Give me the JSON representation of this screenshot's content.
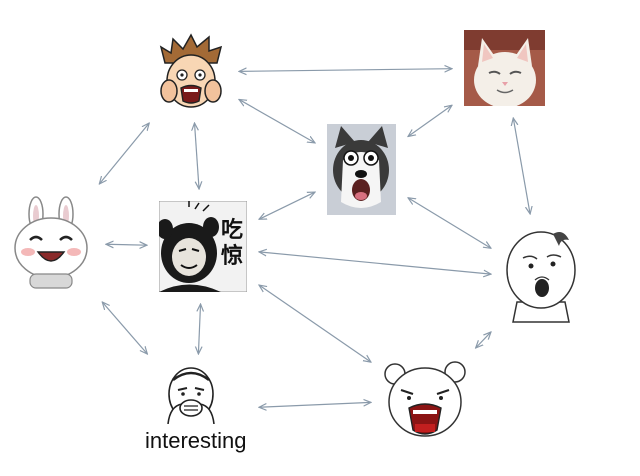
{
  "nodes": {
    "boy": {
      "icon": "screaming-boy-icon"
    },
    "cat": {
      "icon": "smug-cat-icon"
    },
    "husky": {
      "icon": "shocked-husky-icon"
    },
    "rabbit": {
      "icon": "laughing-rabbit-icon"
    },
    "panda": {
      "icon": "panda-face-icon",
      "stamp": [
        "吃",
        "惊"
      ]
    },
    "seal": {
      "icon": "surprised-seal-icon"
    },
    "man": {
      "icon": "thinking-man-icon",
      "caption": "interesting"
    },
    "bear": {
      "icon": "shouting-bear-icon"
    }
  },
  "edges": [
    [
      "boy",
      "cat"
    ],
    [
      "boy",
      "rabbit"
    ],
    [
      "boy",
      "panda"
    ],
    [
      "boy",
      "husky"
    ],
    [
      "cat",
      "husky"
    ],
    [
      "cat",
      "seal"
    ],
    [
      "husky",
      "panda"
    ],
    [
      "husky",
      "seal"
    ],
    [
      "rabbit",
      "panda"
    ],
    [
      "rabbit",
      "man"
    ],
    [
      "panda",
      "man"
    ],
    [
      "panda",
      "seal"
    ],
    [
      "panda",
      "bear"
    ],
    [
      "man",
      "bear"
    ],
    [
      "seal",
      "bear"
    ]
  ],
  "colors": {
    "edge": "#8a9aaa",
    "ink": "#111111"
  }
}
